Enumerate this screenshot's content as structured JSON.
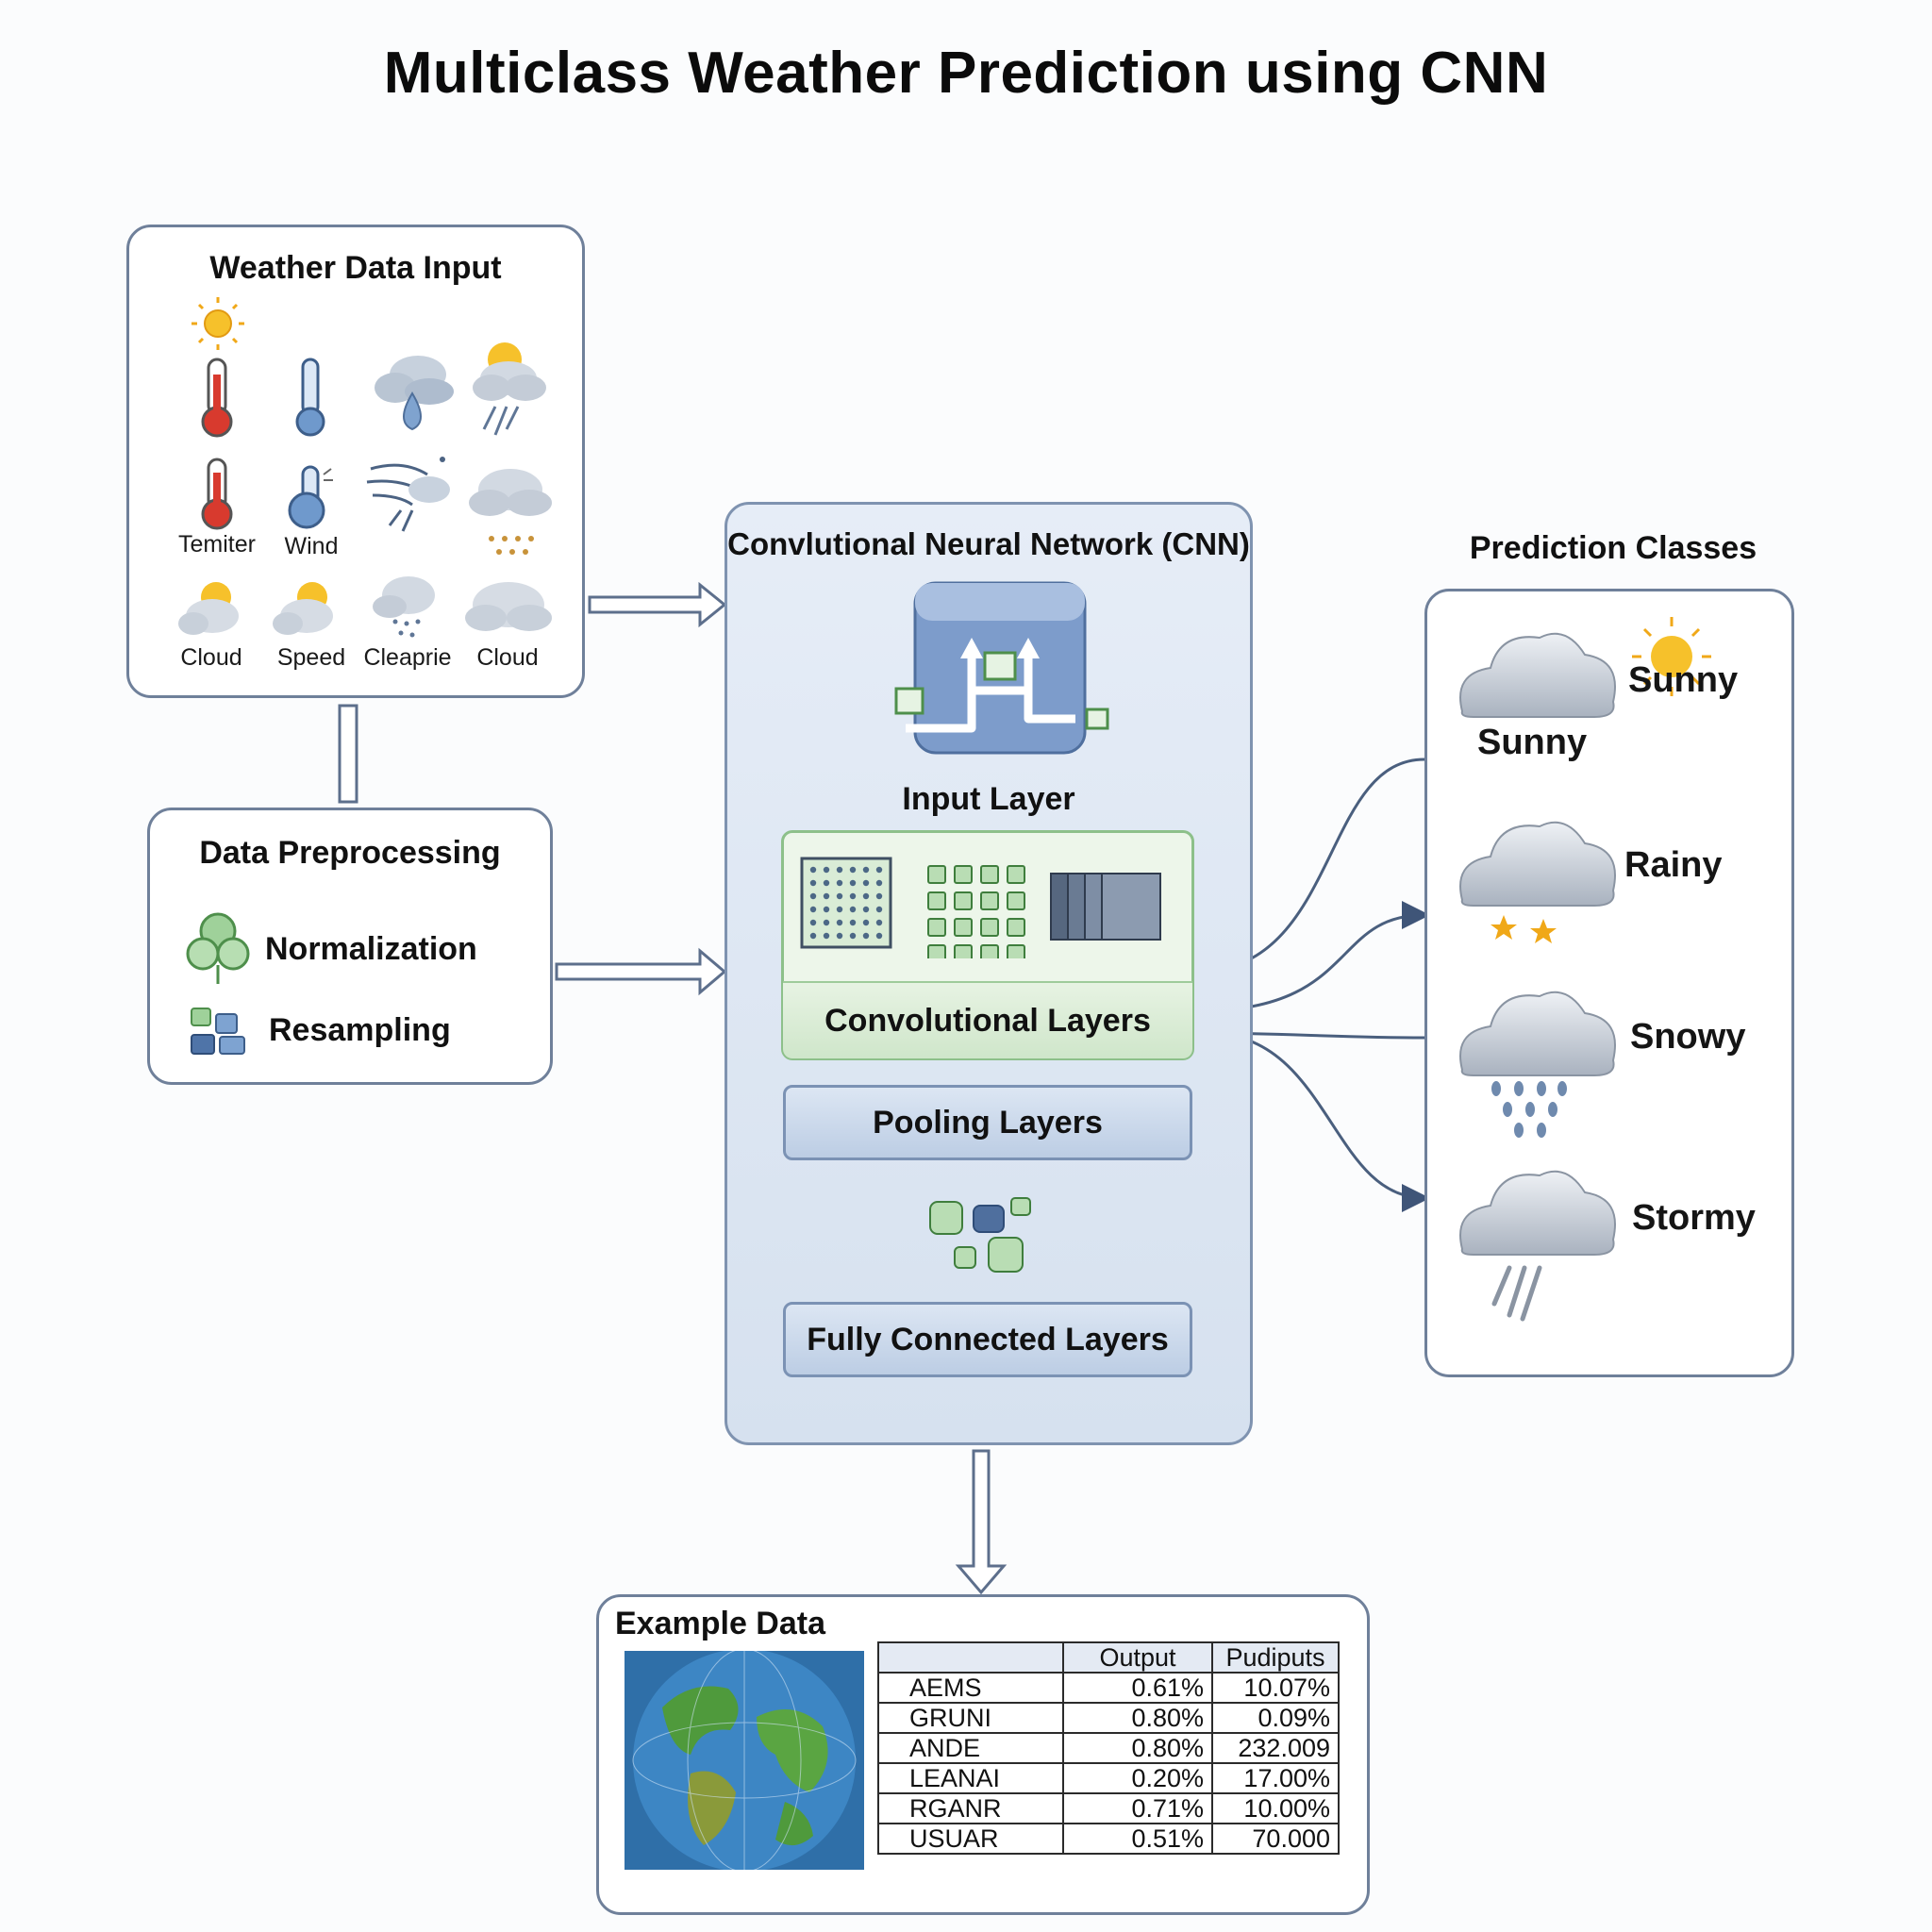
{
  "title": "Multiclass Weather Prediction using CNN",
  "weather_input": {
    "title": "Weather Data Input",
    "icon_labels": [
      "Temiter",
      "Wind",
      "Cloud",
      "Speed",
      "Cleaprie",
      "Cloud"
    ]
  },
  "preprocessing": {
    "title": "Data Preprocessing",
    "items": [
      "Normalization",
      "Resampling"
    ]
  },
  "cnn": {
    "title": "Convlutional Neural Network (CNN)",
    "input_layer": "Input Layer",
    "convolutional_layers": "Convolutional Layers",
    "pooling_layers": "Pooling Layers",
    "fully_connected_layers": "Fully Connected Layers"
  },
  "prediction": {
    "title": "Prediction Classes",
    "classes": [
      "Sunny",
      "Sunny",
      "Rainy",
      "Snowy",
      "Stormy"
    ]
  },
  "example": {
    "title": "Example Data",
    "columns": [
      "",
      "Output",
      "Pudiputs"
    ],
    "rows": [
      [
        "AEMS",
        "0.61%",
        "10.07%"
      ],
      [
        "GRUNI",
        "0.80%",
        "0.09%"
      ],
      [
        "ANDE",
        "0.80%",
        "232.009"
      ],
      [
        "LEANAI",
        "0.20%",
        "17.00%"
      ],
      [
        "RGANR",
        "0.71%",
        "10.00%"
      ],
      [
        "USUAR",
        "0.51%",
        "70.000"
      ]
    ]
  },
  "colors": {
    "panel_border": "#6f809a",
    "cnn_fill": "#dbe5f1",
    "green_layer": "#cfe6ca",
    "arrow": "#4a5f7e"
  }
}
